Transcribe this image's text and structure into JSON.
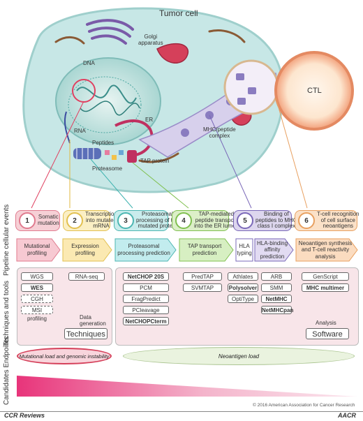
{
  "cell": {
    "title": "Tumor cell",
    "golgi": "Golgi\napparatus",
    "dna": "DNA",
    "rna": "RNA",
    "er": "ER",
    "peptides": "Peptides",
    "mhc": "MHC/peptide\ncomplex",
    "tap": "TAP protein",
    "proteasome": "Proteasome",
    "ctl": "CTL"
  },
  "row_labels": {
    "events": "Pipeline  cellular events",
    "techniques": "Techniques and tools",
    "candidates": "Candidates Endpoints"
  },
  "stages": [
    {
      "num": "1",
      "text": "Somatic\nmutation"
    },
    {
      "num": "2",
      "text": "Transcription\ninto mutated\nmRNA"
    },
    {
      "num": "3",
      "text": "Proteasomal\nprocessing of the\nmutated protein"
    },
    {
      "num": "4",
      "text": "TAP-mediated\npeptide transport\ninto the ER lumen"
    },
    {
      "num": "5",
      "text": "Binding of\npeptides to MHC\nclass I complex"
    },
    {
      "num": "6",
      "text": "T-cell recognition\nof cell surface\nneoantigens"
    }
  ],
  "pipeline": [
    "Mutational\nprofiling",
    "Expression\nprofiling",
    "Proteasomal\nprocessing prediction",
    "TAP transport\nprediction",
    "HLA\ntyping",
    "HLA-binding\naffinity\nprediction",
    "Neoantigen synthesis\nand T-cell reactivity\nanalysis"
  ],
  "tools": {
    "mutational": [
      "WGS",
      "WES",
      "CGH",
      "MSI profiling"
    ],
    "expression": [
      "RNA-seq"
    ],
    "proteasomal": [
      "NetCHOP 20S",
      "PCM",
      "FragPredict",
      "PCleavage",
      "NetCHOPCterm"
    ],
    "tap": [
      "PredTAP",
      "SVMTAP"
    ],
    "hla_typing": [
      "Athlates",
      "Polysolver",
      "OptiType"
    ],
    "hla_binding": [
      "ARB",
      "SMM",
      "NetMHC",
      "NetMHCpan"
    ],
    "neoantigen": [
      "GenScript",
      "MHC multimer"
    ]
  },
  "panel_labels": {
    "data_generation": "Data\ngeneration",
    "techniques": "Techniques",
    "analysis": "Analysis",
    "software": "Software"
  },
  "endpoints": {
    "left": "Mutational load and genomic instability",
    "right": "Neoantigen load"
  },
  "footer": {
    "copyright": "© 2016 American Association for Cancer Research",
    "left": "CCR Reviews",
    "right": "AACR"
  },
  "colors": {
    "stage1": "#f6d0d6",
    "stage2": "#fbefc4",
    "stage3": "#c9ecec",
    "stage4": "#dcefc8",
    "stage5": "#ddd6ee",
    "stage6": "#fbe1c8",
    "panel": "#f8e5e9",
    "cell": "#c7e7e6",
    "ctl": "#f09f7d"
  }
}
